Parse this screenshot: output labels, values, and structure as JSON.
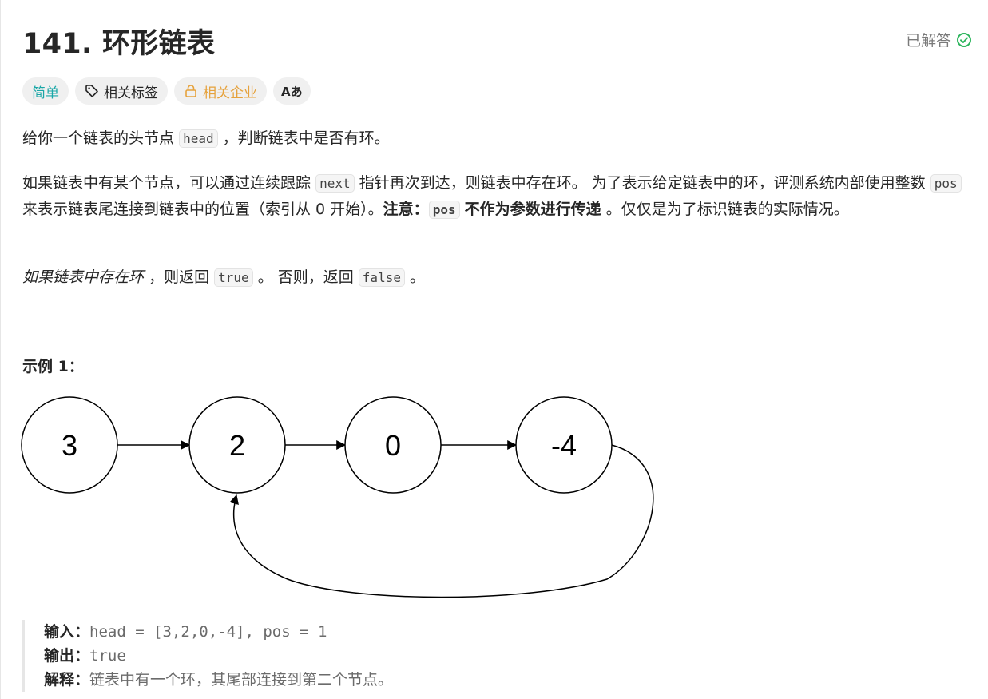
{
  "problem": {
    "title": "141. 环形链表",
    "solved_label": "已解答"
  },
  "tags": {
    "difficulty": "简单",
    "related_tags": "相关标签",
    "related_companies": "相关企业",
    "language_toggle": "Aあ"
  },
  "description": {
    "p1_a": "给你一个链表的头节点",
    "p1_code": "head",
    "p1_b": "，判断链表中是否有环。",
    "p2_a": "如果链表中有某个节点，可以通过连续跟踪",
    "p2_code1": "next",
    "p2_b": "指针再次到达，则链表中存在环。 为了表示给定链表中的环，评测系统内部使用整数",
    "p2_code2": "pos",
    "p2_c": "来表示链表尾连接到链表中的位置（索引从 0 开始）。",
    "p2_note": "注意：",
    "p2_code3": "pos",
    "p2_bold": "不作为参数进行传递",
    "p2_d": "。仅仅是为了标识链表的实际情况。",
    "p3_italic": "如果链表中存在环",
    "p3_a": "，则返回",
    "p3_code1": "true",
    "p3_b": "。 否则，返回",
    "p3_code2": "false",
    "p3_c": "。"
  },
  "example1": {
    "title": "示例 1：",
    "diagram_nodes": [
      "3",
      "2",
      "0",
      "-4"
    ],
    "input_label": "输入：",
    "input_value": "head = [3,2,0,-4], pos = 1",
    "output_label": "输出：",
    "output_value": "true",
    "explain_label": "解释：",
    "explain_value": "链表中有一个环，其尾部连接到第二个节点。"
  },
  "colors": {
    "easy": "#1aa7a7",
    "company": "#e6a23c",
    "solved_check": "#2db55d"
  },
  "icons": {
    "solved": "check-circle-icon",
    "tag": "tag-icon",
    "lock": "lock-icon",
    "translate": "translate-icon"
  }
}
